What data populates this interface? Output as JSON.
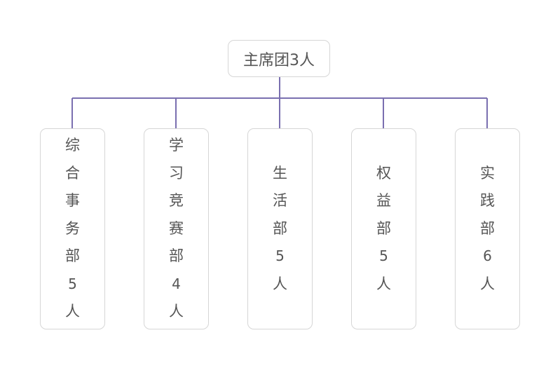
{
  "root": {
    "label": "主席团3人"
  },
  "departments": [
    {
      "chars": [
        "综",
        "合",
        "事",
        "务",
        "部",
        "5",
        "人"
      ]
    },
    {
      "chars": [
        "学",
        "习",
        "竞",
        "赛",
        "部",
        "4",
        "人"
      ]
    },
    {
      "chars": [
        "生",
        "活",
        "部",
        "5",
        "人"
      ]
    },
    {
      "chars": [
        "权",
        "益",
        "部",
        "5",
        "人"
      ]
    },
    {
      "chars": [
        "实",
        "践",
        "部",
        "6",
        "人"
      ]
    }
  ],
  "colors": {
    "connector": "#7a6fb0",
    "border": "#d6d6d6",
    "text": "#555555"
  }
}
